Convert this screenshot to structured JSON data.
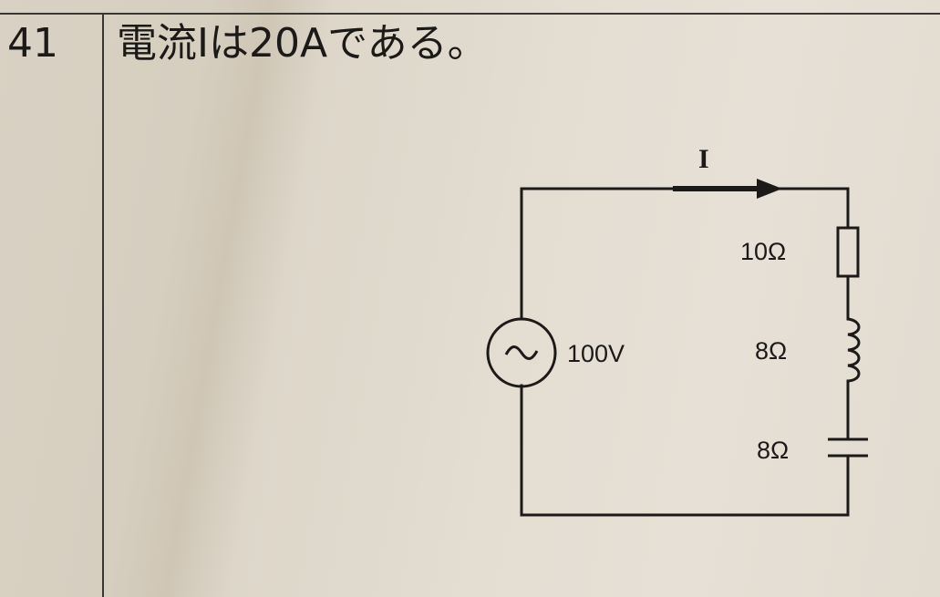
{
  "question": {
    "number": "41",
    "text": "電流Iは20Aである。"
  },
  "circuit": {
    "current_label": "I",
    "source": {
      "symbol": "~",
      "voltage_label": "100V"
    },
    "resistor": {
      "label": "10Ω"
    },
    "inductor": {
      "label": "8Ω"
    },
    "capacitor": {
      "label": "8Ω"
    }
  }
}
